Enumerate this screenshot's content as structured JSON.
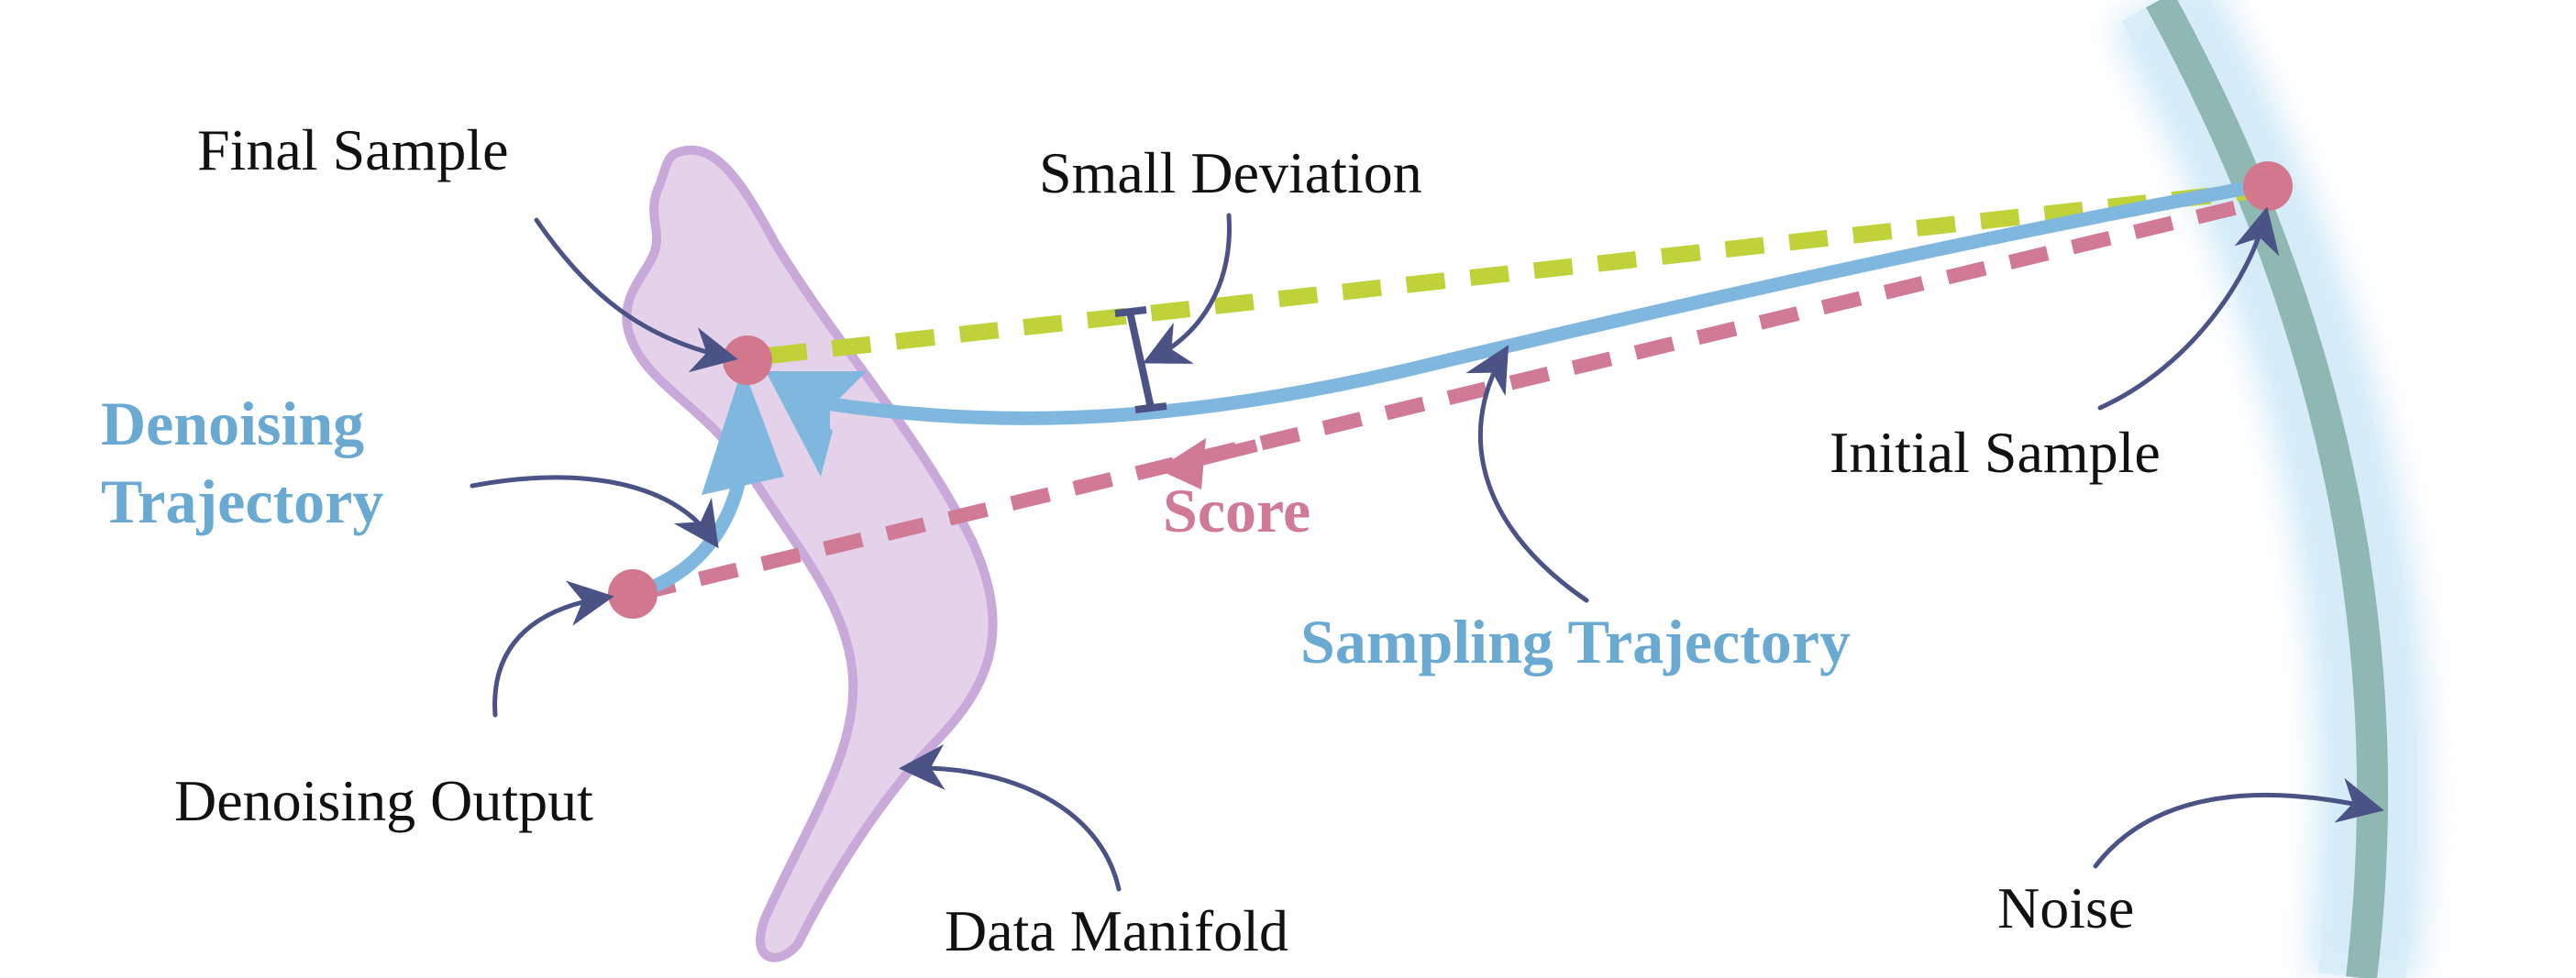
{
  "diagram": {
    "labels": {
      "final_sample": "Final Sample",
      "small_deviation": "Small Deviation",
      "denoising_trajectory_line1": "Denoising",
      "denoising_trajectory_line2": "Trajectory",
      "score": "Score",
      "initial_sample": "Initial Sample",
      "sampling_trajectory": "Sampling Trajectory",
      "denoising_output": "Denoising Output",
      "data_manifold": "Data Manifold",
      "noise": "Noise"
    },
    "colors": {
      "manifold_fill": "#e3d2ea",
      "manifold_stroke": "#c9a9da",
      "noise_band": "#8fb8b2",
      "noise_glow": "#bfe0f4",
      "sample_point": "#d3778f",
      "sampling_trajectory": "#7fb7de",
      "dashed_green": "#bfd23a",
      "dashed_pink": "#d07a96",
      "annotation_arrow": "#4a5286",
      "label_blue": "#6aa9d1",
      "label_pink": "#d07a96"
    }
  }
}
